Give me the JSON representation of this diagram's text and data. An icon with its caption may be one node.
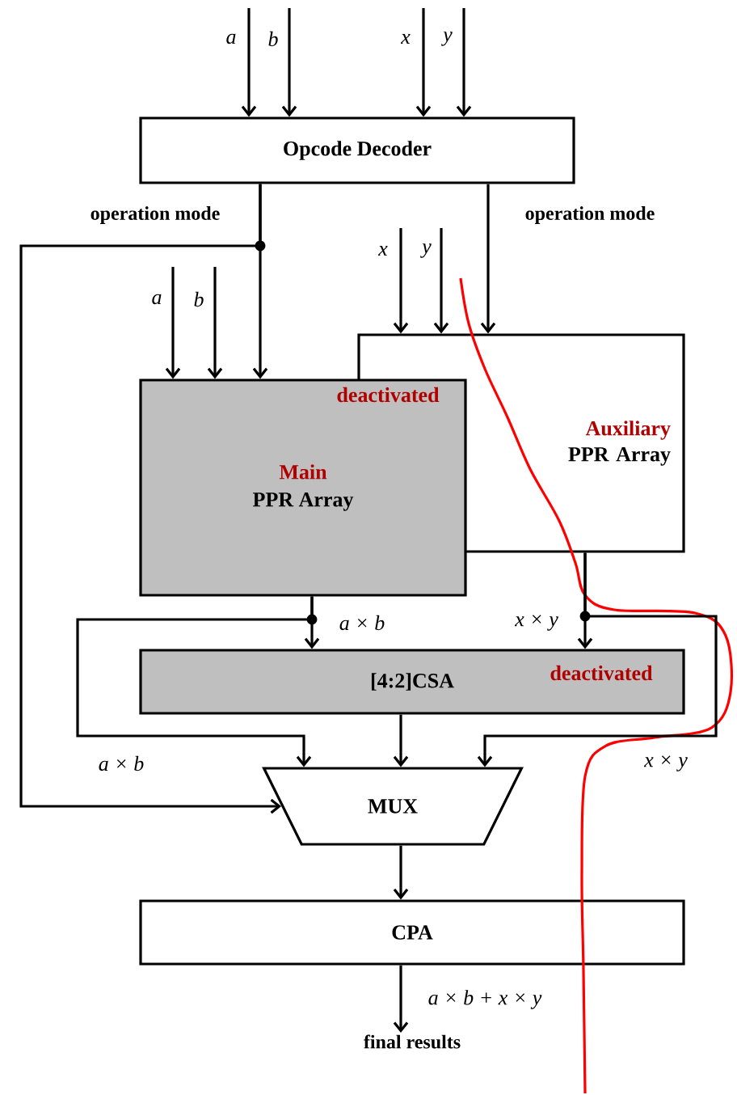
{
  "diagram": {
    "nodes": [
      {
        "text": [
          "Opcode Decoder"
        ]
      },
      {
        "text": [
          "Auxiliary",
          "PPR Array"
        ]
      },
      {
        "text": [
          "Main",
          "PPR Array"
        ]
      },
      {
        "text": [
          "[4:2]CSA"
        ]
      },
      {
        "text": [
          "MUX"
        ]
      },
      {
        "text": [
          "CPA"
        ]
      },
      {
        "text": [
          "final results"
        ]
      }
    ],
    "edges": [
      {
        "from": null,
        "to": 0,
        "arrow": "to",
        "label": "a"
      },
      {
        "from": null,
        "to": 0,
        "arrow": "to",
        "label": "b"
      },
      {
        "from": null,
        "to": 0,
        "arrow": "to",
        "label": "x"
      },
      {
        "from": null,
        "to": 0,
        "arrow": "to",
        "label": "y"
      },
      {
        "from": 0,
        "to": 2,
        "arrow": "to",
        "label": "operation mode"
      },
      {
        "from": 0,
        "to": 4,
        "arrow": "to"
      },
      {
        "from": 0,
        "to": 1,
        "arrow": "to",
        "label": "operation mode"
      },
      {
        "from": null,
        "to": 2,
        "arrow": "to",
        "label": "a"
      },
      {
        "from": null,
        "to": 2,
        "arrow": "to",
        "label": "b"
      },
      {
        "from": null,
        "to": 1,
        "arrow": "to",
        "label": "x"
      },
      {
        "from": null,
        "to": 1,
        "arrow": "to",
        "label": "y"
      },
      {
        "from": 2,
        "to": 3,
        "arrow": "to",
        "label": "a × b"
      },
      {
        "from": 2,
        "to": 4,
        "arrow": "to",
        "label": "a × b"
      },
      {
        "from": 1,
        "to": 3,
        "arrow": "to",
        "label": "x × y"
      },
      {
        "from": 1,
        "to": 4,
        "arrow": "to",
        "label": "x × y"
      },
      {
        "from": 3,
        "to": 4,
        "arrow": "to"
      },
      {
        "from": 4,
        "to": 5,
        "arrow": "to"
      },
      {
        "from": 5,
        "to": 6,
        "arrow": "to",
        "label": "a × b + x × y"
      }
    ],
    "labels": [
      "deactivated",
      "deactivated"
    ]
  }
}
